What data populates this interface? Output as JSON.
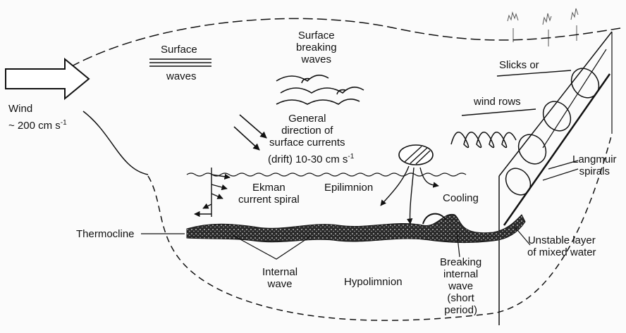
{
  "labels": {
    "wind": "Wind",
    "wind_speed": "~ 200 cm s",
    "wind_speed_exp": "-1",
    "surface_waves_top": "Surface",
    "surface_waves_bottom": "waves",
    "surface_breaking_waves": "Surface\nbreaking\nwaves",
    "surface_currents": "General\ndirection of\nsurface currents",
    "surface_currents_speed": "(drift) 10-30 cm s",
    "surface_currents_exp": "-1",
    "slicks_top": "Slicks or",
    "slicks_bottom": "wind rows",
    "langmuir_spirals": "Langmuir\nspirals",
    "ekman_spiral": "Ekman\ncurrent spiral",
    "epilimnion": "Epilimnion",
    "cooling": "Cooling",
    "thermocline": "Thermocline",
    "unstable_layer": "Unstable layer\nof mixed water",
    "internal_wave": "Internal\nwave",
    "hypolimnion": "Hypolimnion",
    "breaking_internal_wave": "Breaking\ninternal\nwave\n(short\nperiod)"
  },
  "colors": {
    "ink": "#111111",
    "paper": "#fbfbfb",
    "thermocline_fill": "#2a2a2a"
  }
}
